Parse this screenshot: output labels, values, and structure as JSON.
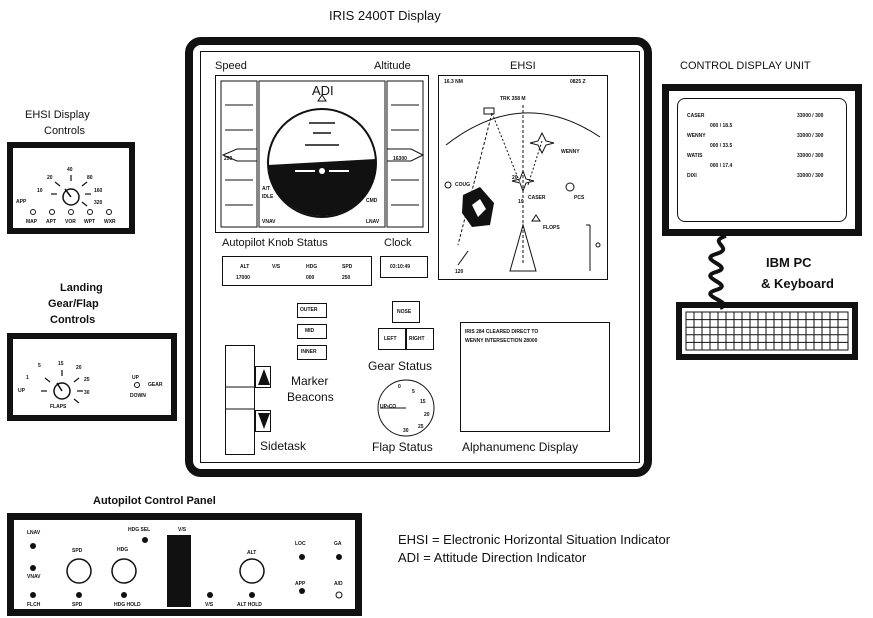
{
  "main_title": "IRIS 2400T Display",
  "cdu": {
    "title": "CONTROL DISPLAY UNIT",
    "rows": [
      {
        "name": "CASER",
        "mid": "",
        "val": "33000 / 300"
      },
      {
        "name": "WENNY",
        "mid": "000 / 18.5",
        "val": "33000 / 300"
      },
      {
        "name": "WATIS",
        "mid": "000 / 33.5",
        "val": "33000 / 300"
      },
      {
        "name": "DIXI",
        "mid": "000 / 17.4",
        "val": "33000 / 300"
      }
    ]
  },
  "ibm_pc": {
    "line1": "IBM PC",
    "line2": "& Keyboard"
  },
  "ehsi_controls": {
    "title_line1": "EHSI Display",
    "title_line2": "Controls",
    "scale": [
      "10",
      "20",
      "40",
      "80",
      "160",
      "320"
    ],
    "app": "APP",
    "buttons": [
      "MAP",
      "APT",
      "VOR",
      "WPT",
      "WXR"
    ]
  },
  "landing": {
    "title_line1": "Landing",
    "title_line2": "Gear/Flap",
    "title_line3": "Controls",
    "flap_scale": [
      "1",
      "5",
      "15",
      "20",
      "25",
      "30"
    ],
    "up": "UP",
    "flaps": "FLAPS",
    "gear_up": "UP",
    "gear": "GEAR",
    "down": "DOWN"
  },
  "display": {
    "speed": "Speed",
    "altitude": "Altitude",
    "ehsi": "EHSI",
    "adi": "ADI",
    "adi_left_labels": [
      "A/T",
      "IDLE"
    ],
    "adi_cmd": "CMD",
    "vnav": "VNAV",
    "lnav": "LNAV",
    "speed_value": "250",
    "altitude_value": "16300",
    "autopilot_knob_status": "Autopilot Knob Status",
    "knob_headers": [
      "ALT",
      "V/S",
      "HDG",
      "SPD"
    ],
    "knob_values": [
      "17000",
      "",
      "000",
      "250"
    ],
    "clock": "Clock",
    "clock_value": "03:10:49",
    "ehsi_header_left": "16.3 NM",
    "ehsi_header_right": "0825 Z",
    "ehsi_trk": "TRK 358 M",
    "ehsi_wps": [
      "WENNY",
      "CASER",
      "PCS",
      "FLOPS",
      "COUG"
    ],
    "ehsi_range_labels": [
      "20",
      "10",
      "120"
    ],
    "marker_beacons": [
      "OUTER",
      "MID",
      "INNER"
    ],
    "marker_label_line1": "Marker",
    "marker_label_line2": "Beacons",
    "gear_buttons": [
      "NOSE",
      "LEFT",
      "RIGHT"
    ],
    "gear_status": "Gear Status",
    "flap_dial": [
      "0",
      "5",
      "15",
      "20",
      "25",
      "30"
    ],
    "flap_dial_center": "UP•CO",
    "flap_status": "Flap Status",
    "sidetask": "Sidetask",
    "alpha_text_line1": "IRIS 284 CLEARED DIRECT TO",
    "alpha_text_line2": "WENNY INTERSECTION 28000",
    "alpha_label": "Alphanumenc Display"
  },
  "autopilot_panel": {
    "title": "Autopilot Control Panel",
    "lnav": "LNAV",
    "vnav": "VNAV",
    "flch": "FLCH",
    "spd": "SPD",
    "hdg": "HDG",
    "hdg_sel": "HDG SEL",
    "spd_bottom": "SPD",
    "hdg_hold": "HDG HOLD",
    "vs": "V/S",
    "vs_bottom": "V/S",
    "alt": "ALT",
    "alt_hold": "ALT HOLD",
    "loc": "LOC",
    "ga": "GA",
    "app": "APP",
    "ap": "A/D"
  },
  "legend": {
    "line1": "EHSI = Electronic Horizontal Situation Indicator",
    "line2": "ADI = Attitude Direction Indicator"
  }
}
